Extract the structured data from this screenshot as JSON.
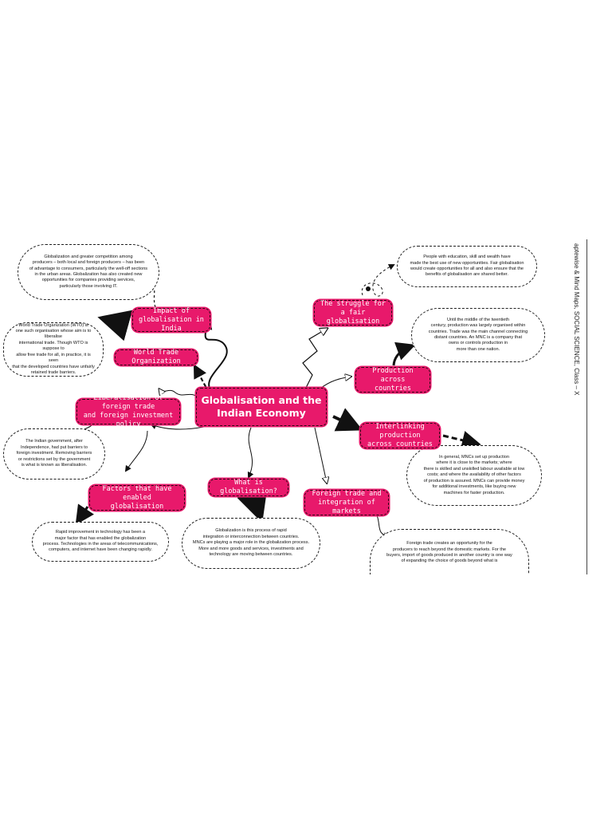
{
  "side_label": "aptewise & Mind Maps, SOCIAL SCIENCE, Class – X",
  "central": "Globalisation and the\nIndian Economy",
  "topics": {
    "impact": "Impact of\nglobalisation in India",
    "wto": "World Trade Organization",
    "liberalisation": "Liberalisation of foreign trade\nand foreign investment policy",
    "factors": "Factors that have enabled\nglobalisation",
    "what_is": "What is globalisation?",
    "foreign_trade": "Foreign trade and\nintegration of markets",
    "interlinking": "Interlinking production\nacross countries",
    "production": "Production across\ncountries",
    "struggle": "The struggle for a fair\nglobalisation"
  },
  "notes": {
    "impact": "Globalization and greater competition among\nproducers – both local and foreign producers – has been\nof advantage to consumers, particularly the well-off sections\nin the urban areas. Globalization has also created new\nopportunities for companies providing services,\nparticularly those involving IT.",
    "wto": "World Trade Organization (WTO) is\none such organisation whose aim is to liberalise\ninternational trade. Though WTO is suppose to\nallow free trade for all, in practice, it is seen\nthat the developed countries have unfairly\nretained trade barriers.",
    "liberalisation": "The Indian government, after\nIndependence, had put barriers to\nforeign investment. Removing barriers\nor restrictions set by the government\nis what is known as liberalisation.",
    "factors": "Rapid improvement in technology has been a\nmajor factor that has enabled the globalization\nprocess. Technologies in the areas of telecommunications,\ncomputers, and internet have been changing rapidly.",
    "what_is": "Globalization is this process of rapid\nintegration or interconnection between countries.\nMNCs are playing a major role in the globalization process.\nMore and more goods and services, investments and\ntechnology are moving between countries.",
    "foreign_trade": "Foreign trade creates an opportunity for the\nproducers to reach beyond the domestic markets. For the\nbuyers, import of goods produced in another country is one way\nof expanding the choice of goods beyond what is",
    "interlinking": "In general, MNCs set up production\nwhere it is close to the markets; where\nthere is skilled and unskilled labour available at low\ncosts; and where the availability of other factors\nof production is assured. MNCs can provide money\nfor additional investments, like buying new\nmachines for faster production.",
    "production": "Until the middle of the twentieth\ncentury, production was largely organised within\ncountries. Trade was the main channel connecting\ndistant countries. An MNC is a company that\nowns or controls production in\nmore than one nation.",
    "struggle": "People with education, skill and wealth have\nmade the best use of new opportunities. Fair globalisation\nwould create opportunities for all and also ensure that the\nbenefits of globalisation are shared better."
  },
  "colors": {
    "accent": "#e8196b",
    "ink": "#222222",
    "background": "#ffffff"
  }
}
